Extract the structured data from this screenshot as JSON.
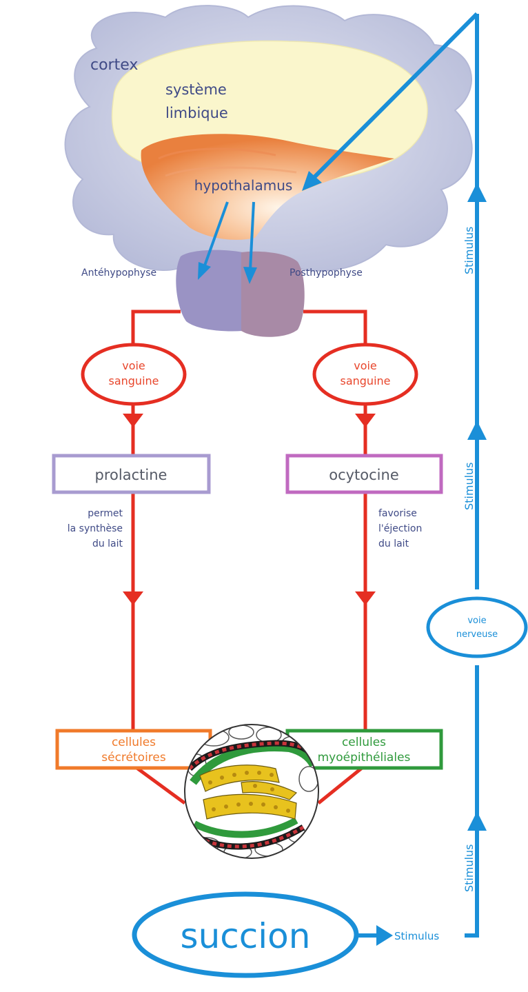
{
  "labels": {
    "cortex": "cortex",
    "limbic_line1": "système",
    "limbic_line2": "limbique",
    "hypothalamus": "hypothalamus",
    "antehypophyse": "Antéhypophyse",
    "posthypophyse": "Posthypophyse",
    "voie_sanguine_left_line1": "voie",
    "voie_sanguine_left_line2": "sanguine",
    "voie_sanguine_right_line1": "voie",
    "voie_sanguine_right_line2": "sanguine",
    "prolactine": "prolactine",
    "ocytocine": "ocytocine",
    "prolactine_effect_line1": "permet",
    "prolactine_effect_line2": "la synthèse",
    "prolactine_effect_line3": "du lait",
    "ocytocine_effect_line1": "favorise",
    "ocytocine_effect_line2": "l'éjection",
    "ocytocine_effect_line3": "du lait",
    "cellules_secretoires_line1": "cellules",
    "cellules_secretoires_line2": "sécrétoires",
    "cellules_myo_line1": "cellules",
    "cellules_myo_line2": "myoépithéliales",
    "voie_nerveuse_line1": "voie",
    "voie_nerveuse_line2": "nerveuse",
    "stimulus_upper": "Stimulus",
    "stimulus_middle": "Stimulus",
    "stimulus_lower": "Stimulus",
    "stimulus_horizontal": "Stimulus",
    "succion": "succion"
  },
  "colors": {
    "cortex_cloud": "#c9cde4",
    "limbic": "#faf6cc",
    "hypothalamus": "#f2a06a",
    "pituitary_anterior": "#9a93c4",
    "pituitary_posterior": "#a88aa6",
    "blood_path": "#e52e22",
    "nerve_path": "#1a8fd8",
    "prolactine_box": "#a89bd0",
    "ocytocine_box": "#c06ac0",
    "secretory_box": "#f07a2a",
    "myoepithelial_box": "#2f9a3c"
  }
}
